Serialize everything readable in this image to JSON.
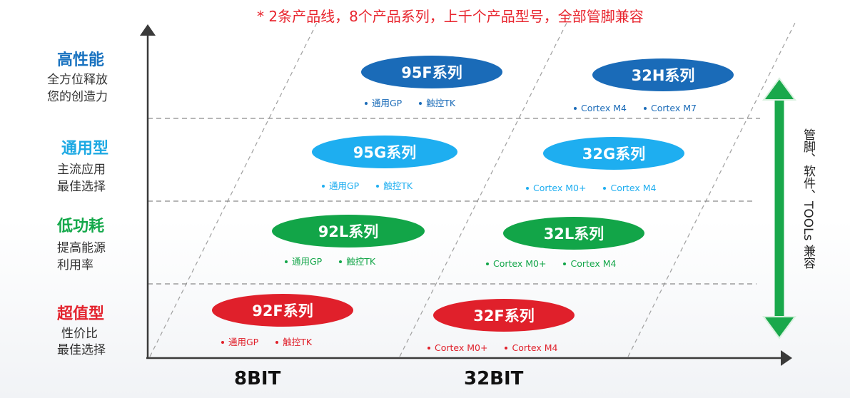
{
  "headline": "* 2条产品线，8个产品系列，上千个产品型号，全部管脚兼容",
  "categories": [
    {
      "title": "高性能",
      "desc1": "全方位释放",
      "desc2": "您的创造力",
      "color": "#1a73c0"
    },
    {
      "title": "通用型",
      "desc1": "主流应用",
      "desc2": "最佳选择",
      "color": "#1da9e3"
    },
    {
      "title": "低功耗",
      "desc1": "提高能源",
      "desc2": "利用率",
      "color": "#14a84a"
    },
    {
      "title": "超值型",
      "desc1": "性价比",
      "desc2": "最佳选择",
      "color": "#e3232d"
    }
  ],
  "series": {
    "s95F": {
      "label": "95F系列",
      "b1": "通用GP",
      "b2": "触控TK",
      "color": "#1a6bb8"
    },
    "s32H": {
      "label": "32H系列",
      "b1": "Cortex M4",
      "b2": "Cortex M7",
      "color": "#1a6bb8"
    },
    "s95G": {
      "label": "95G系列",
      "b1": "通用GP",
      "b2": "触控TK",
      "color": "#1eaef0"
    },
    "s32G": {
      "label": "32G系列",
      "b1": "Cortex M0+",
      "b2": "Cortex M4",
      "color": "#1eaef0"
    },
    "s92L": {
      "label": "92L系列",
      "b1": "通用GP",
      "b2": "触控TK",
      "color": "#12a548"
    },
    "s32L": {
      "label": "32L系列",
      "b1": "Cortex M0+",
      "b2": "Cortex M4",
      "color": "#12a548"
    },
    "s92F": {
      "label": "92F系列",
      "b1": "通用GP",
      "b2": "触控TK",
      "color": "#e0202b"
    },
    "s32F": {
      "label": "32F系列",
      "b1": "Cortex M0+",
      "b2": "Cortex M4",
      "color": "#e0202b"
    }
  },
  "axis": {
    "x1": "8BIT",
    "x2": "32BIT"
  },
  "side_text": "管脚、软件、TOOLs 兼容",
  "colors": {
    "arrow_green": "#19a84b",
    "axis": "#3a3a3a",
    "dash": "#8a8a8a"
  }
}
